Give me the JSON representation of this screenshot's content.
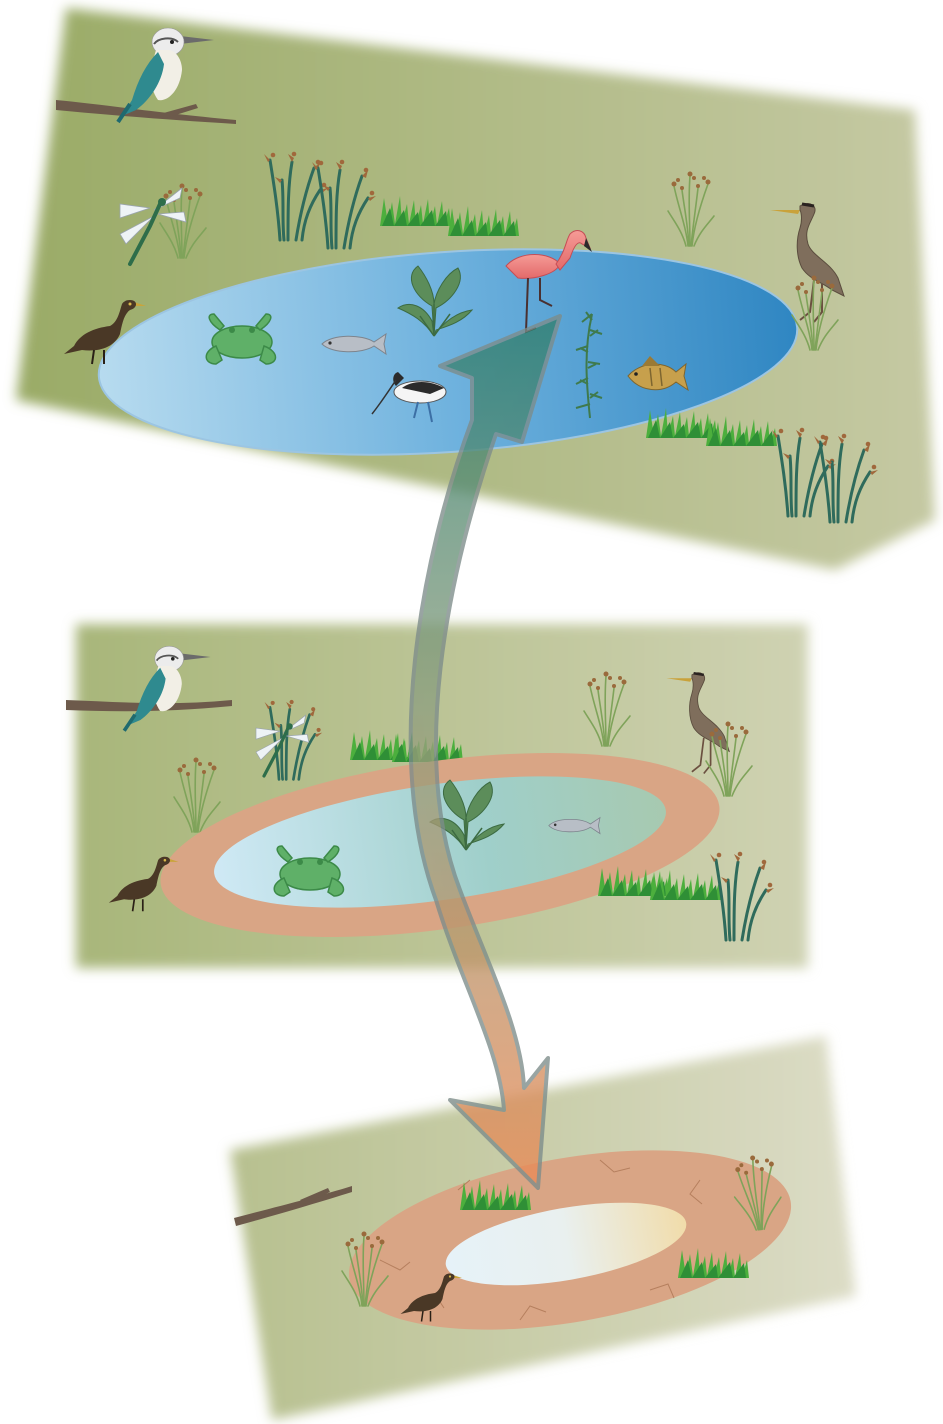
{
  "diagram": {
    "panels": [
      {
        "state": "full",
        "animals": [
          "kingfisher-icon",
          "dragonfly-icon",
          "cormorant-icon",
          "frog-icon",
          "fish-icon",
          "avocet-icon",
          "flamingo-icon",
          "perch-icon",
          "heron-icon"
        ],
        "plants": [
          "rush-plant",
          "reed-plant",
          "grass-tuft",
          "arrowhead-plant",
          "pondweed-plant"
        ]
      },
      {
        "state": "receding",
        "animals": [
          "kingfisher-icon",
          "dragonfly-icon",
          "cormorant-icon",
          "frog-icon",
          "fish-icon",
          "heron-icon"
        ],
        "plants": [
          "rush-plant",
          "reed-plant",
          "grass-tuft",
          "arrowhead-plant"
        ]
      },
      {
        "state": "dry",
        "animals": [
          "cormorant-icon"
        ],
        "plants": [
          "grass-tuft",
          "dry-branch"
        ]
      }
    ],
    "arrow": {
      "direction": "bidirectional",
      "top_color": "#2e7f6f",
      "bottom_color": "#e8895a"
    },
    "colors": {
      "land": "#a9b77a",
      "water": "#4f9fd3",
      "mud": "#d8a585",
      "bird_brown": "#5a4530",
      "plant": "#2f6b5c",
      "grass": "#4caf3d"
    }
  }
}
